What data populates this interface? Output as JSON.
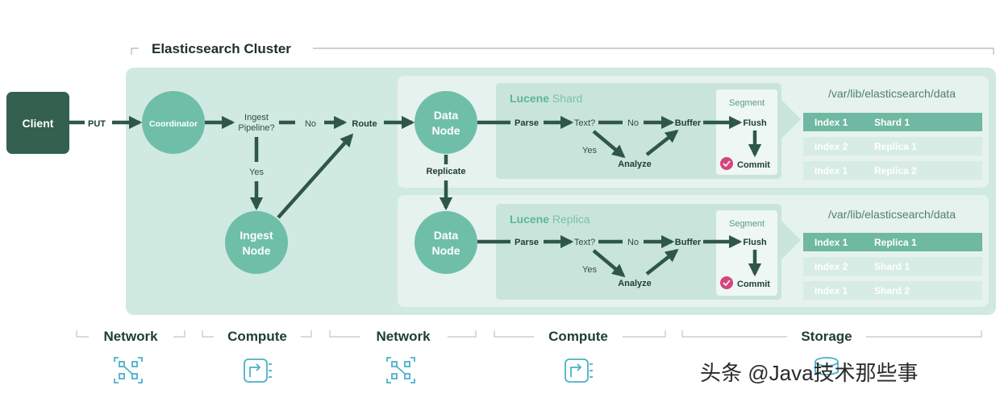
{
  "cluster": {
    "title": "Elasticsearch Cluster"
  },
  "client": {
    "label": "Client",
    "put_label": "PUT"
  },
  "coordinator": {
    "label": "Coordinator"
  },
  "ingest": {
    "question_line1": "Ingest",
    "question_line2": "Pipeline?",
    "no_label": "No",
    "yes_label": "Yes",
    "node_line1": "Ingest",
    "node_line2": "Node"
  },
  "route_label": "Route",
  "replicate_label": "Replicate",
  "shard_panel": {
    "data_node_line1": "Data",
    "data_node_line2": "Node",
    "lucene_bold": "Lucene",
    "lucene_rest": " Shard",
    "parse": "Parse",
    "text_q": "Text?",
    "no": "No",
    "yes": "Yes",
    "buffer": "Buffer",
    "analyze": "Analyze",
    "segment": "Segment",
    "flush": "Flush",
    "commit": "Commit",
    "path": "/var/lib/elasticsearch/data",
    "rows": [
      {
        "index": "Index 1",
        "shard": "Shard 1"
      },
      {
        "index": "Index 2",
        "shard": "Replica 1"
      },
      {
        "index": "Index 1",
        "shard": "Replica 2"
      }
    ]
  },
  "replica_panel": {
    "data_node_line1": "Data",
    "data_node_line2": "Node",
    "lucene_bold": "Lucene",
    "lucene_rest": " Replica",
    "parse": "Parse",
    "text_q": "Text?",
    "no": "No",
    "yes": "Yes",
    "buffer": "Buffer",
    "analyze": "Analyze",
    "segment": "Segment",
    "flush": "Flush",
    "commit": "Commit",
    "path": "/var/lib/elasticsearch/data",
    "rows": [
      {
        "index": "Index 1",
        "shard": "Replica 1"
      },
      {
        "index": "Index 2",
        "shard": "Shard 1"
      },
      {
        "index": "Index 1",
        "shard": "Shard 2"
      }
    ]
  },
  "sections": [
    {
      "label": "Network",
      "icon": "network-icon"
    },
    {
      "label": "Compute",
      "icon": "compute-icon"
    },
    {
      "label": "Network",
      "icon": "network-icon"
    },
    {
      "label": "Compute",
      "icon": "compute-icon"
    },
    {
      "label": "Storage",
      "icon": "storage-icon"
    }
  ],
  "watermark": {
    "text": "头条 @Java技术那些事"
  },
  "colors": {
    "cluster_bg": "#d0e9e1",
    "panel_bg": "#e6f2ee",
    "lucene_bg": "#c9e5db",
    "node_circle": "#6fbfa8",
    "client_bg": "#33604f",
    "arrow": "#2e5748",
    "table_active": "#6fb8a1",
    "table_row": "#d7ece4",
    "commit_badge": "#d6447f",
    "icon": "#4ab0c8"
  }
}
